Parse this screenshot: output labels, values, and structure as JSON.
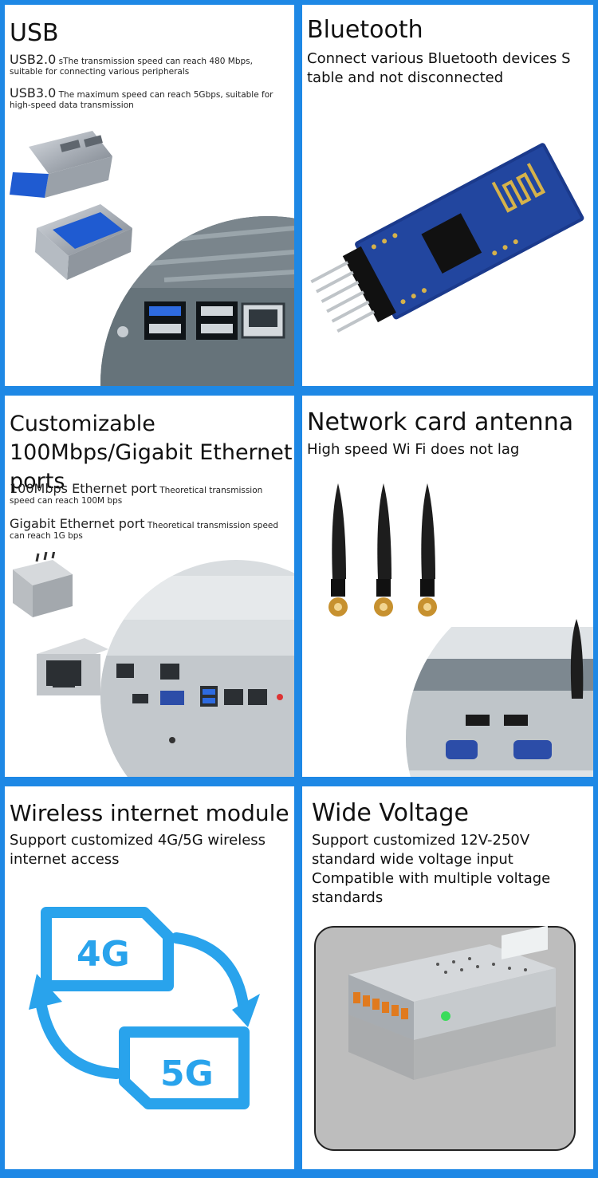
{
  "usb": {
    "title": "USB",
    "usb2_name": "USB2.0",
    "usb2_text": " sThe transmission speed can reach 480 Mbps, suitable for connecting various peripherals",
    "usb3_name": "USB3.0",
    "usb3_text": " The maximum speed can reach 5Gbps, suitable for high-speed data transmission"
  },
  "bluetooth": {
    "title": "Bluetooth",
    "desc": "Connect various Bluetooth devices S table and not disconnected"
  },
  "ethernet": {
    "title": "Customizable 100Mbps/Gigabit Ethernet ports",
    "fast_name": "100Mbps Ethernet port",
    "fast_text": " Theoretical transmission speed can reach 100M bps",
    "giga_name": "Gigabit Ethernet port",
    "giga_text": " Theoretical transmission speed can reach 1G bps"
  },
  "antenna": {
    "title": "Network card antenna",
    "desc": "High speed Wi Fi does not lag"
  },
  "wireless": {
    "title": "Wireless internet module",
    "desc": "Support customized 4G/5G wireless internet access",
    "badge_4g": "4G",
    "badge_5g": "5G"
  },
  "voltage": {
    "title": "Wide Voltage",
    "desc": "Support customized 12V-250V standard wide voltage input Compatible with multiple voltage standards"
  },
  "colors": {
    "border_blue": "#1e88e5",
    "icon_blue": "#29a3ec",
    "text": "#111111"
  }
}
